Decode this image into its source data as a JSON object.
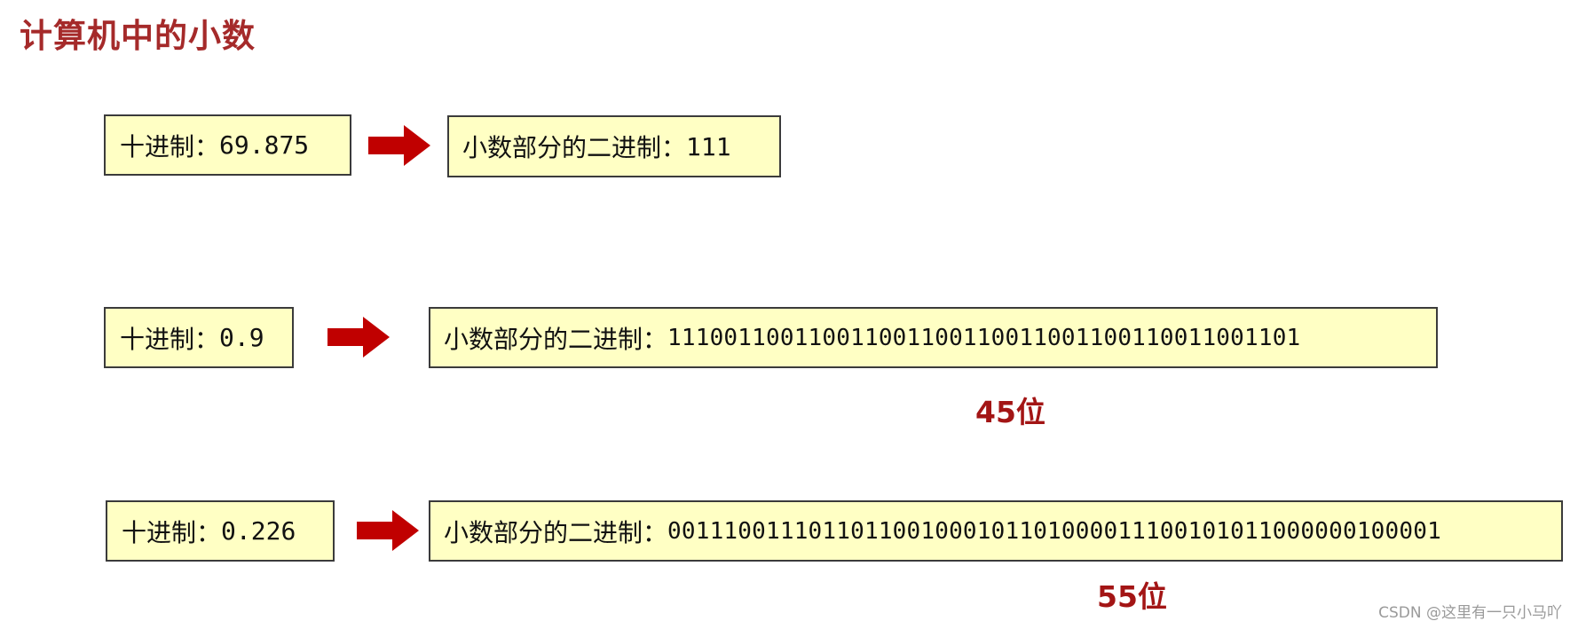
{
  "title": "计算机中的小数",
  "rows": [
    {
      "decimal_label": "十进制：",
      "decimal_value": "69.875",
      "binary_label": "小数部分的二进制：",
      "binary_value": "111",
      "bits": ""
    },
    {
      "decimal_label": "十进制：",
      "decimal_value": "0.9",
      "binary_label": "小数部分的二进制：",
      "binary_value": "111001100110011001100110011001100110011001101",
      "bits": "45位"
    },
    {
      "decimal_label": "十进制：",
      "decimal_value": "0.226",
      "binary_label": "小数部分的二进制：",
      "binary_value": "0011100111011011001000101101000011100101011000000100001",
      "bits": "55位"
    }
  ],
  "watermark": "CSDN @这里有一只小马吖",
  "colors": {
    "title": "#a52a2a",
    "box_fill": "#ffffc4",
    "arrow": "#c00000",
    "bits": "#a31515"
  },
  "icons": [
    "arrow-right-icon"
  ]
}
